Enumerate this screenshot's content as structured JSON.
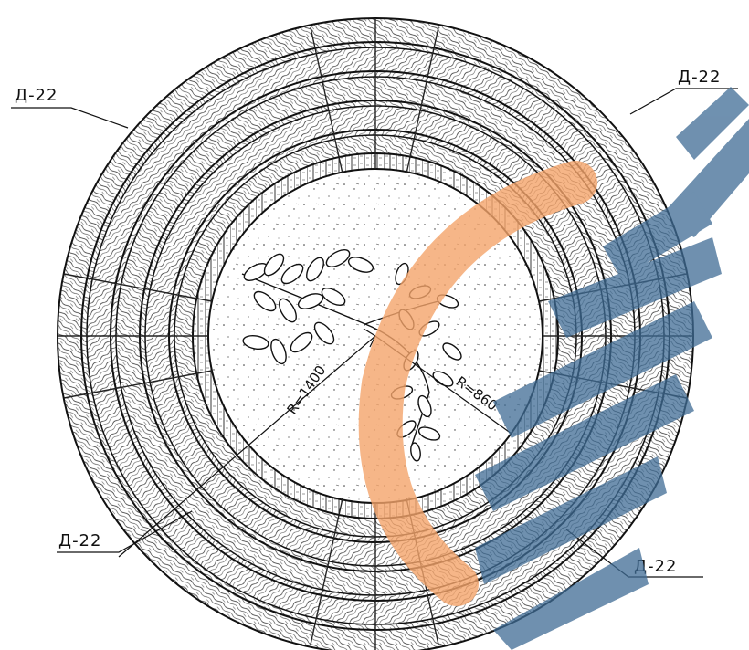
{
  "labels": {
    "top_left": "Д-22",
    "top_right": "Д-22",
    "bottom_left": "Д-22",
    "bottom_right": "Д-22"
  },
  "dimensions": {
    "outer_radius": "R=1400",
    "inner_radius": "R=860"
  },
  "colors": {
    "ink": "#111111",
    "watermark_orange": "#f4a46a",
    "watermark_blue": "#3f6c95"
  },
  "icons": [
    "leaf-sprig-icon"
  ]
}
